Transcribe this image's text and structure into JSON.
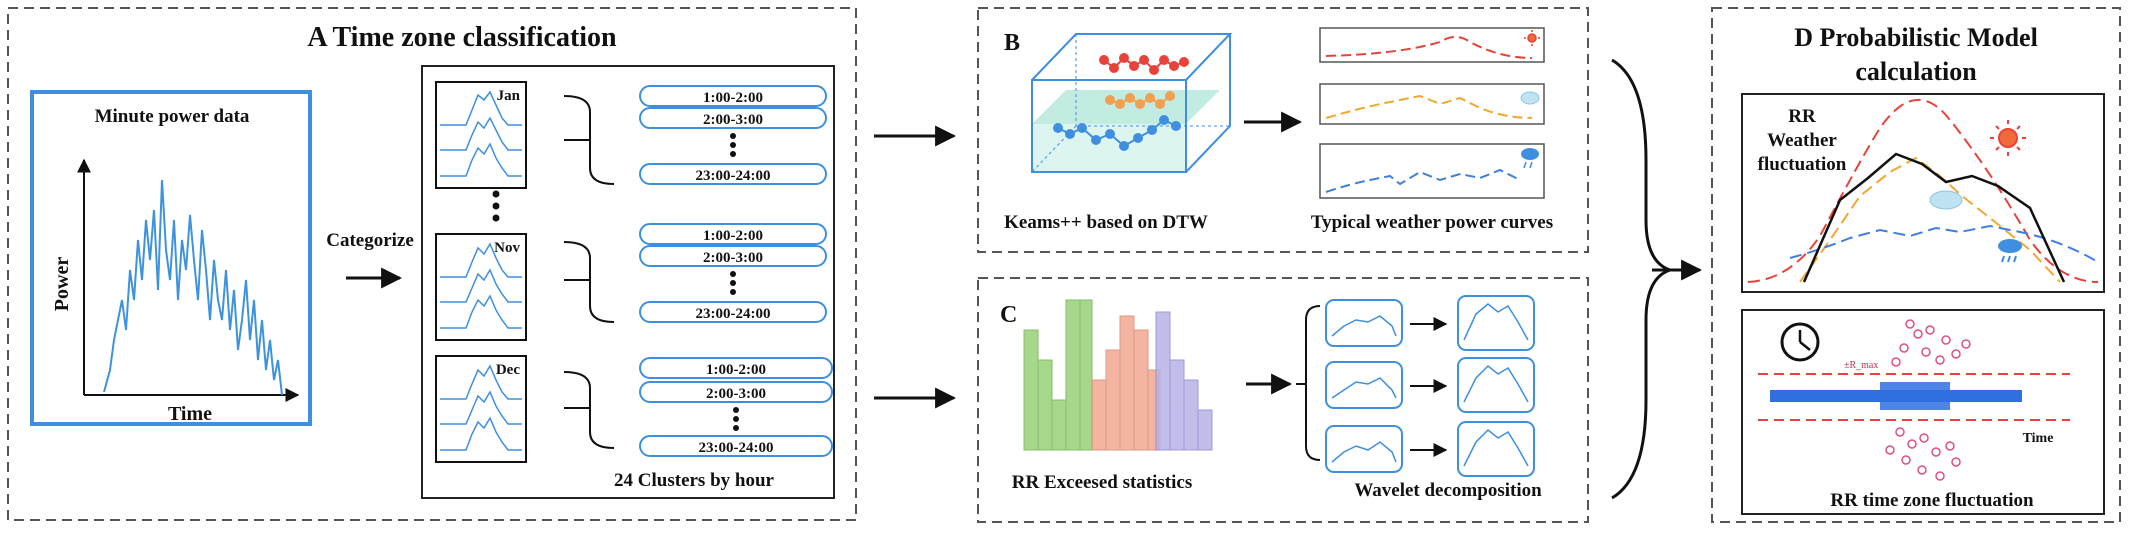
{
  "panel_a": {
    "title": "A Time zone classification",
    "minute_box_title": "Minute power data",
    "y_axis_label": "Power",
    "x_axis_label": "Time",
    "arrow_label": "Categorize",
    "months": [
      {
        "label": "Jan",
        "slots": [
          "1:00-2:00",
          "2:00-3:00",
          "23:00-24:00"
        ]
      },
      {
        "label": "Nov",
        "slots": [
          "1:00-2:00",
          "2:00-3:00",
          "23:00-24:00"
        ]
      },
      {
        "label": "Dec",
        "slots": [
          "1:00-2:00",
          "2:00-3:00",
          "23:00-24:00"
        ]
      }
    ],
    "clusters_caption": "24 Clusters by hour"
  },
  "panel_b": {
    "letter": "B",
    "kmeans_caption": "Keams++ based on DTW",
    "curves_caption": "Typical weather power curves",
    "weather_icons": [
      "sun-icon",
      "cloud-icon",
      "rain-cloud-icon"
    ],
    "curve_colors": [
      "#e8433a",
      "#f0a830",
      "#3f7fe0"
    ]
  },
  "panel_c": {
    "letter": "C",
    "stats_caption": "RR Exceesed statistics",
    "wavelet_caption": "Wavelet  decomposition",
    "bar_colors": [
      "#9ed37f",
      "#f2a892",
      "#b7b3e6"
    ]
  },
  "panel_d": {
    "title_line1": "D Probabilistic Model",
    "title_line2": "calculation",
    "weather_label_line1": "RR",
    "weather_label_line2": "Weather",
    "weather_label_line3": "fluctuation",
    "time_axis_label": "Time",
    "timezone_caption": "RR time zone fluctuation",
    "small_formula": "±R_max"
  }
}
